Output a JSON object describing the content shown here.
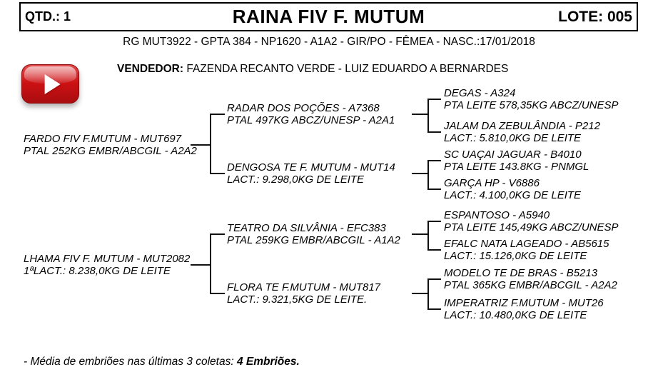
{
  "header": {
    "qty_label": "QTD.: 1",
    "title": "RAINA FIV F. MUTUM",
    "lot_label": "LOTE: 005",
    "animal_info": "RG MUT3922 - GPTA 384 - NP1620 - A1A2 - GIR/PO - FÊMEA - NASC.:17/01/2018"
  },
  "vendor": {
    "label": "VENDEDOR:",
    "name": "FAZENDA RECANTO VERDE - LUIZ EDUARDO A BERNARDES"
  },
  "media": {
    "video_button": {
      "icon": "play-icon",
      "color": "#cc1113"
    }
  },
  "pedigree": {
    "gen1": [
      {
        "line1": "FARDO FIV F.MUTUM - MUT697",
        "line2": "PTAL 252KG EMBR/ABCGIL - A2A2"
      },
      {
        "line1": "LHAMA FIV F. MUTUM - MUT2082",
        "line2": "1ªLACT.: 8.238,0KG DE LEITE"
      }
    ],
    "gen2": [
      {
        "line1": "RADAR DOS POÇÕES - A7368",
        "line2": "PTAL 497KG ABCZ/UNESP - A2A1"
      },
      {
        "line1": "DENGOSA TE F. MUTUM - MUT14",
        "line2": "LACT.: 9.298,0KG DE LEITE"
      },
      {
        "line1": "TEATRO DA SILVÂNIA - EFC383",
        "line2": "PTAL 259KG EMBR/ABCGIL - A1A2"
      },
      {
        "line1": "FLORA TE F.MUTUM - MUT817",
        "line2": "LACT.: 9.321,5KG DE LEITE."
      }
    ],
    "gen3": [
      {
        "line1": "DEGAS - A324",
        "line2": "PTA LEITE 578,35KG ABCZ/UNESP"
      },
      {
        "line1": "JALAM DA ZEBULÂNDIA - P212",
        "line2": "LACT.: 5.810,0KG DE LEITE"
      },
      {
        "line1": "SC UAÇAI JAGUAR - B4010",
        "line2": "PTA LEITE 143.8KG - PNMGL"
      },
      {
        "line1": "GARÇA HP - V6886",
        "line2": "LACT.: 4.100,0KG DE LEITE"
      },
      {
        "line1": "ESPANTOSO - A5940",
        "line2": "PTA LEITE 145,49KG ABCZ/UNESP"
      },
      {
        "line1": "EFALC NATA LAGEADO - AB5615",
        "line2": "LACT.: 15.126,0KG DE LEITE"
      },
      {
        "line1": "MODELO TE DE BRAS - B5213",
        "line2": "PTAL 365KG EMBR/ABCGIL - A2A2"
      },
      {
        "line1": "IMPERATRIZ F.MUTUM - MUT26",
        "line2": "LACT.: 10.480,0KG DE LEITE"
      }
    ]
  },
  "footnote": {
    "text": "- Média de embriões nas últimas 3 coletas: ",
    "bold_text": "4 Embriões."
  }
}
